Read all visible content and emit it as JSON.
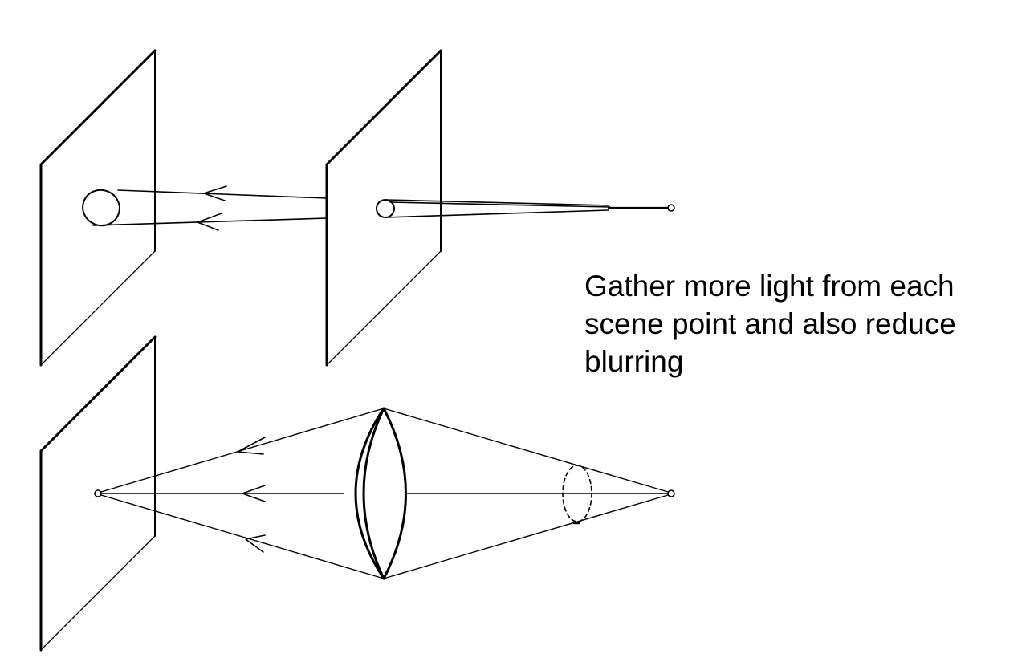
{
  "caption": {
    "lines": [
      "Gather more light from each",
      "scene point and also reduce",
      "blurring"
    ]
  },
  "colors": {
    "ink": "#000000",
    "background": "#ffffff"
  }
}
